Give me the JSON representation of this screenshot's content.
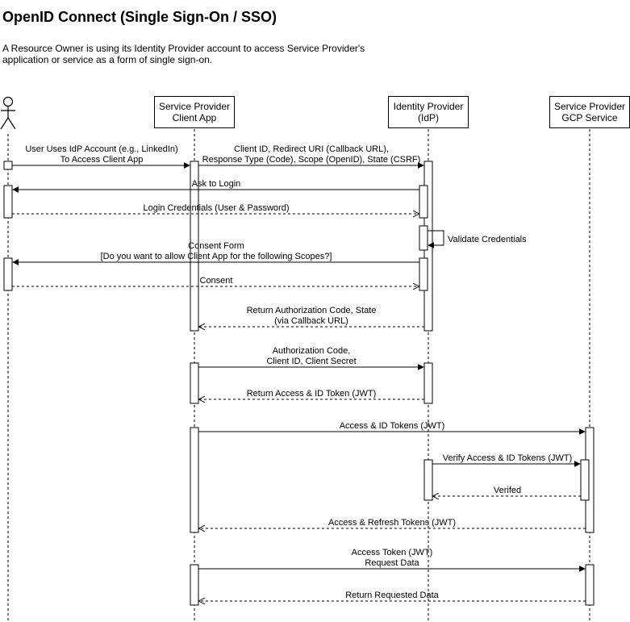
{
  "title": "OpenID Connect (Single Sign-On / SSO)",
  "description": "A Resource Owner is using its Identity Provider account to access Service Provider's\napplication or service as a form of single sign-on.",
  "participants": [
    {
      "id": "owner",
      "label": ""
    },
    {
      "id": "client",
      "label": "Service Provider\nClient App"
    },
    {
      "id": "idp",
      "label": "Identity Provider\n(IdP)"
    },
    {
      "id": "gcp",
      "label": "Service Provider\nGCP Service"
    }
  ],
  "messages": [
    {
      "from": "owner",
      "to": "client",
      "type": "sync",
      "lines": [
        "User Uses IdP Account (e.g., LinkedIn)",
        "To Access Client App"
      ]
    },
    {
      "from": "client",
      "to": "idp",
      "type": "sync",
      "lines": [
        "Client ID, Redirect URI (Callback URL),",
        "Response Type (Code), Scope (OpenID), State (CSRF)"
      ]
    },
    {
      "from": "idp",
      "to": "owner",
      "type": "sync",
      "lines": [
        "Ask to Login"
      ]
    },
    {
      "from": "owner",
      "to": "idp",
      "type": "return",
      "lines": [
        "Login Credentials (User & Password)"
      ]
    },
    {
      "from": "idp",
      "to": "idp",
      "type": "self",
      "lines": [
        "Validate Credentials"
      ]
    },
    {
      "from": "idp",
      "to": "owner",
      "type": "sync",
      "lines": [
        "Consent Form",
        "[Do you want to allow Client App for the following Scopes?]"
      ]
    },
    {
      "from": "owner",
      "to": "idp",
      "type": "return",
      "lines": [
        "Consent"
      ]
    },
    {
      "from": "idp",
      "to": "client",
      "type": "return",
      "lines": [
        "Return Authorization Code, State",
        "(via Callback URL)"
      ]
    },
    {
      "from": "client",
      "to": "idp",
      "type": "sync",
      "lines": [
        "Authorization Code,",
        "Client ID, Client Secret"
      ]
    },
    {
      "from": "idp",
      "to": "client",
      "type": "return",
      "lines": [
        "Return Access & ID Token (JWT)"
      ]
    },
    {
      "from": "client",
      "to": "gcp",
      "type": "sync",
      "lines": [
        "Access & ID Tokens (JWT)"
      ]
    },
    {
      "from": "idp",
      "to": "gcp",
      "type": "sync",
      "lines": [
        "Verify Access & ID Tokens (JWT)"
      ]
    },
    {
      "from": "gcp",
      "to": "idp",
      "type": "return",
      "lines": [
        "Verifed"
      ]
    },
    {
      "from": "gcp",
      "to": "client",
      "type": "return",
      "lines": [
        "Access & Refresh Tokens (JWT)"
      ]
    },
    {
      "from": "client",
      "to": "gcp",
      "type": "sync",
      "lines": [
        "Access Token (JWT)",
        "Request Data"
      ]
    },
    {
      "from": "gcp",
      "to": "client",
      "type": "return",
      "lines": [
        "Return Requested Data"
      ]
    }
  ]
}
